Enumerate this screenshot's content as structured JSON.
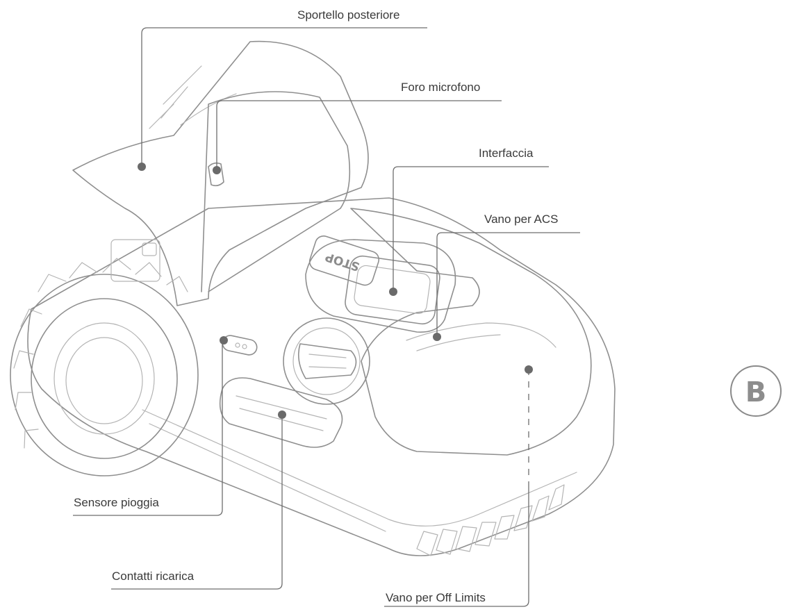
{
  "figure_badge": "B",
  "stop_button_text": "STOP",
  "callouts": {
    "rear_door": "Sportello posteriore",
    "mic_hole": "Foro microfono",
    "interface": "Interfaccia",
    "acs_bay": "Vano per ACS",
    "rain_sensor": "Sensore pioggia",
    "charging_contacts": "Contatti ricarica",
    "off_limits_bay": "Vano per Off Limits"
  }
}
